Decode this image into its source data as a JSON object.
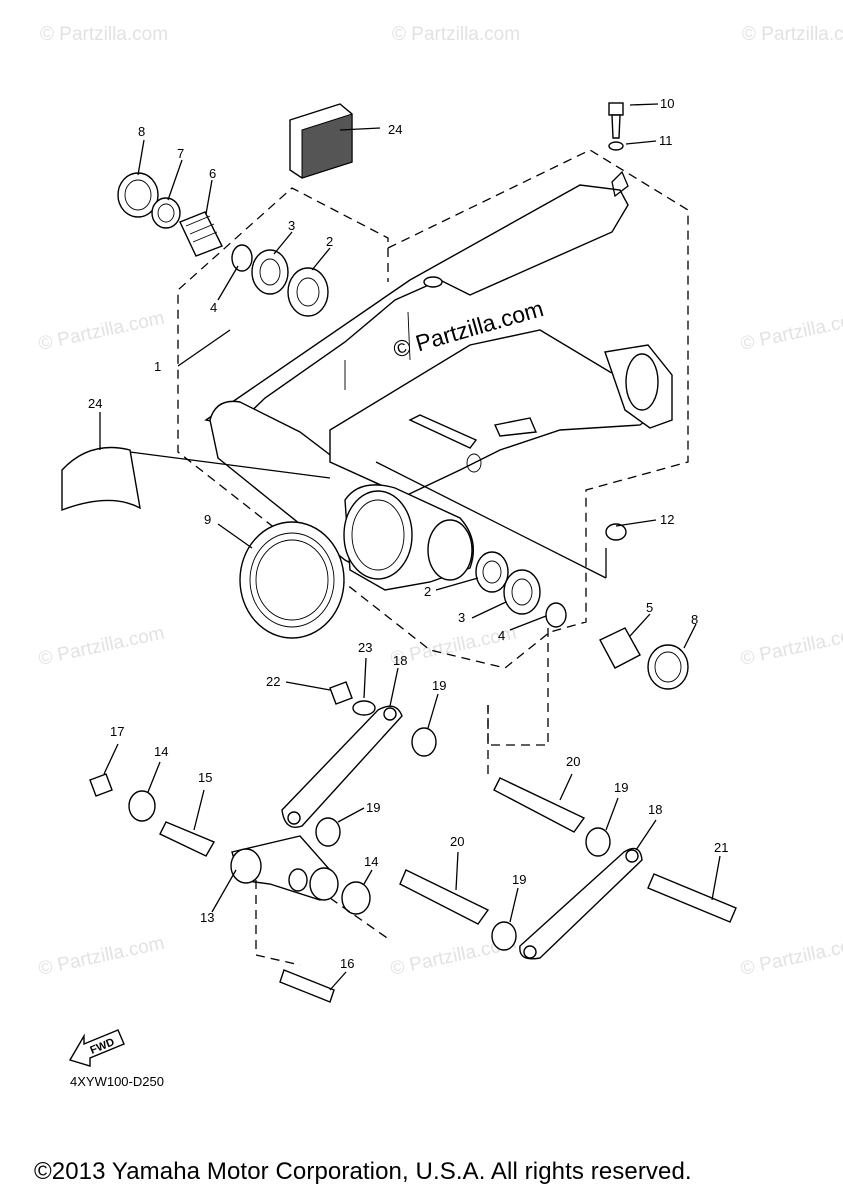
{
  "watermark": {
    "text": "© Partzilla.com",
    "center_text": "© Partzilla.com"
  },
  "fwd_label": "FWD",
  "part_code": "4XYW100-D250",
  "copyright": "©2013 Yamaha Motor Corporation, U.S.A. All rights reserved.",
  "callouts": {
    "c1": "1",
    "c2a": "2",
    "c2b": "2",
    "c3a": "3",
    "c3b": "3",
    "c4a": "4",
    "c4b": "4",
    "c5": "5",
    "c6": "6",
    "c7": "7",
    "c8a": "8",
    "c8b": "8",
    "c9": "9",
    "c10": "10",
    "c11": "11",
    "c12": "12",
    "c13": "13",
    "c14a": "14",
    "c14b": "14",
    "c15": "15",
    "c16": "16",
    "c17": "17",
    "c18a": "18",
    "c18b": "18",
    "c19a": "19",
    "c19b": "19",
    "c19c": "19",
    "c19d": "19",
    "c20a": "20",
    "c20b": "20",
    "c21": "21",
    "c22": "22",
    "c23": "23",
    "c24a": "24",
    "c24b": "24"
  }
}
